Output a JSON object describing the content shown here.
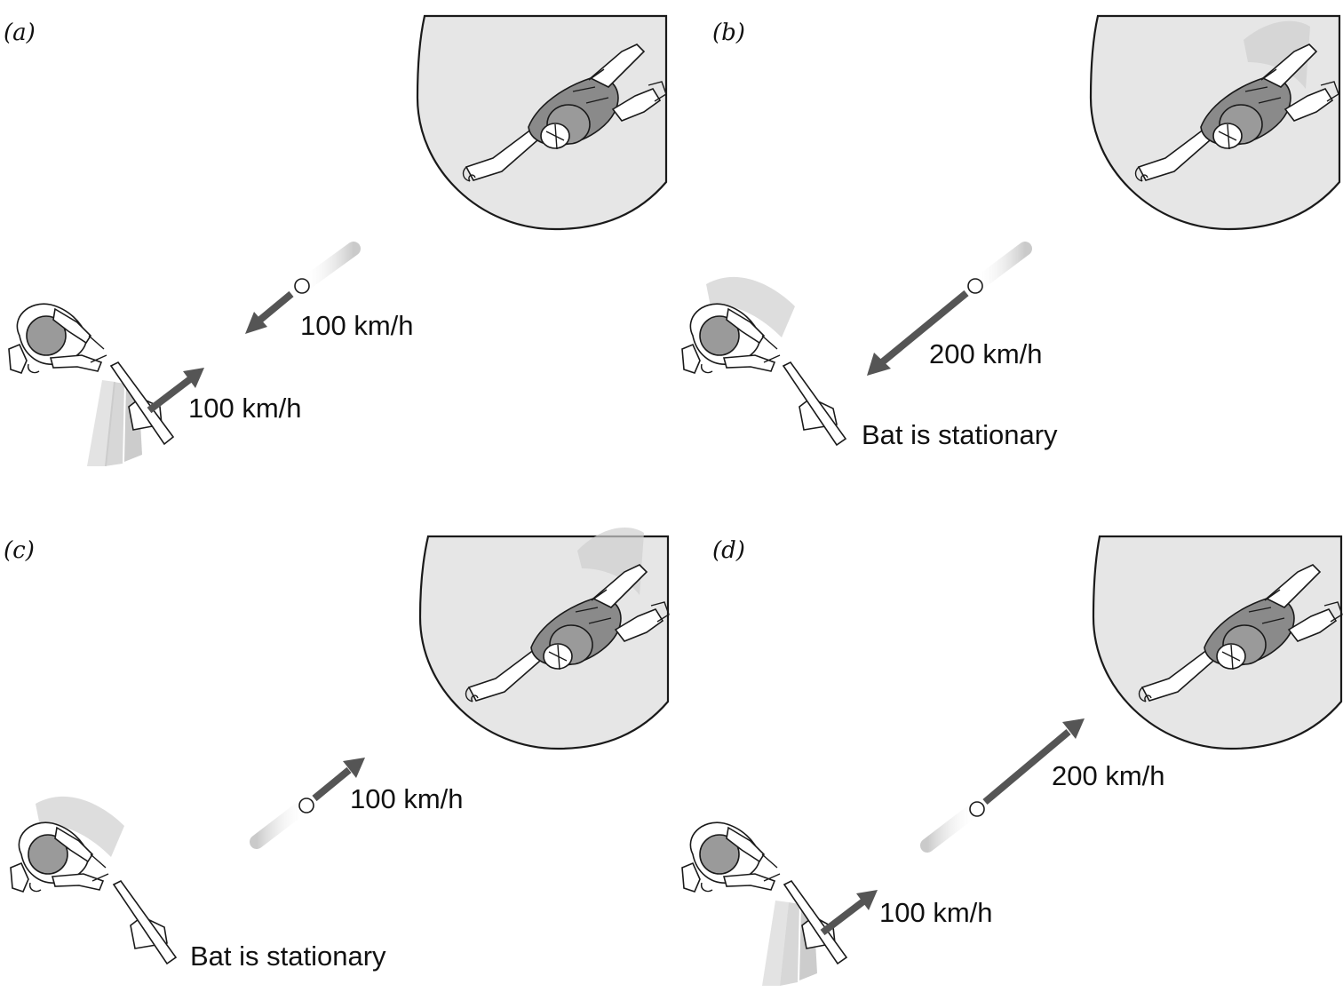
{
  "panels": [
    {
      "label": "(a)",
      "ball_speed": "100 km/h",
      "ball_direction": "toward-batter",
      "bat_text": "100 km/h",
      "bat_moving": true,
      "pitcher_moving": false,
      "batter_moving": false
    },
    {
      "label": "(b)",
      "ball_speed": "200 km/h",
      "ball_direction": "toward-batter",
      "bat_text": "Bat is stationary",
      "bat_moving": false,
      "pitcher_moving": true,
      "batter_moving": true
    },
    {
      "label": "(c)",
      "ball_speed": "100 km/h",
      "ball_direction": "toward-pitcher",
      "bat_text": "Bat is stationary",
      "bat_moving": false,
      "pitcher_moving": true,
      "batter_moving": true
    },
    {
      "label": "(d)",
      "ball_speed": "200 km/h",
      "ball_direction": "toward-pitcher",
      "bat_text": "100 km/h",
      "bat_moving": true,
      "pitcher_moving": false,
      "batter_moving": false
    }
  ],
  "colors": {
    "mound": "#e6e6e6",
    "arrow": "#555555",
    "player_shade": "#8a8a8a"
  }
}
